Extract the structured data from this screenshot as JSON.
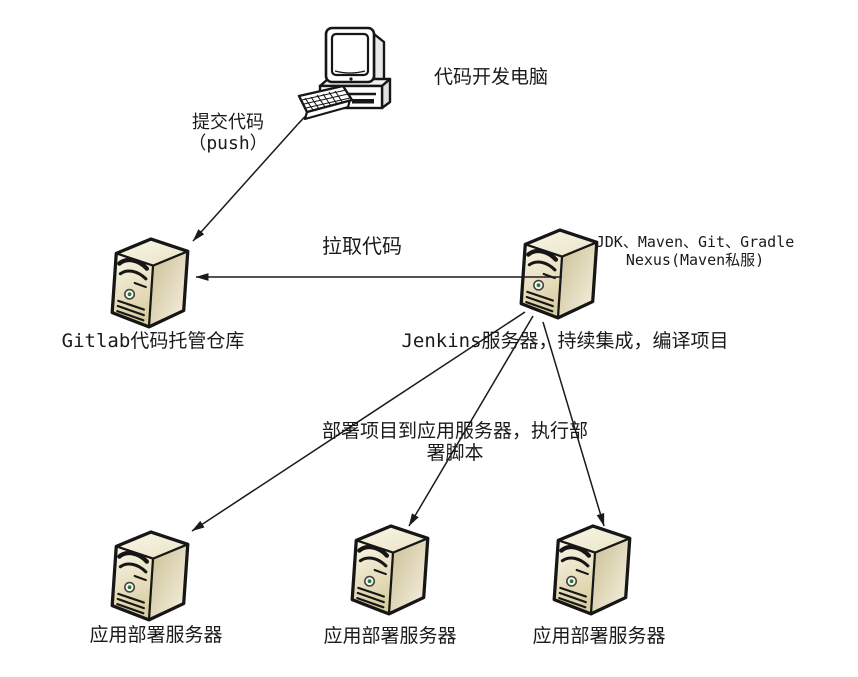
{
  "colors": {
    "background": "#ffffff",
    "line": "#1a1a1a",
    "server_front_light": "#fbf8ea",
    "server_front_dark": "#d9cda1",
    "server_side_dark": "#c9bd92",
    "server_side_light": "#f6f1e0",
    "server_top_light": "#faf7e8",
    "server_top_dark": "#e9e2c5",
    "power_button_green": "#2e7d32"
  },
  "diagram": {
    "dev_computer": {
      "label": "代码开发电脑"
    },
    "push_edge": {
      "line1": "提交代码",
      "line2": "（push）"
    },
    "gitlab": {
      "label": "Gitlab代码托管仓库"
    },
    "pull_edge": {
      "label": "拉取代码"
    },
    "jenkins": {
      "tools_line1": "JDK、Maven、Git、Gradle",
      "tools_line2": "Nexus(Maven私服)",
      "label": "Jenkins服务器，持续集成，编译项目"
    },
    "deploy_edge": {
      "line1": "部署项目到应用服务器，执行部",
      "line2": "署脚本"
    },
    "app_servers": [
      {
        "label": "应用部署服务器"
      },
      {
        "label": "应用部署服务器"
      },
      {
        "label": "应用部署服务器"
      }
    ]
  }
}
